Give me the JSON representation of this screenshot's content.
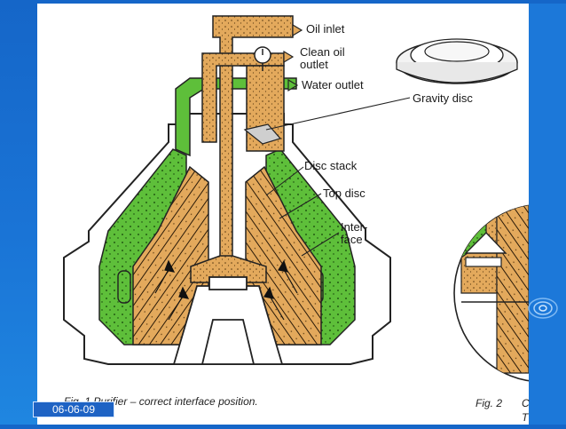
{
  "labels": {
    "oil_inlet": "Oil inlet",
    "clean_oil_outlet_line1": "Clean oil",
    "clean_oil_outlet_line2": "outlet",
    "water_outlet": "Water outlet",
    "gravity_disc": "Gravity disc",
    "disc_stack": "Disc stack",
    "top_disc": "Top disc",
    "interface_line1": "Inter-",
    "interface_line2": "face"
  },
  "captions": {
    "fig1": "Fig. 1  Purifier – correct interface position.",
    "fig2_prefix": "Fig. 2",
    "fig2_partial_a": "C",
    "fig2_partial_b": "T"
  },
  "footer": {
    "date": "06-06-09"
  },
  "colors": {
    "slide_bg": "#1a6fd2",
    "paper": "#ffffff",
    "oil": "#e3a95c",
    "water": "#5ebf3a",
    "metal_line": "#222222",
    "date_badge": "#1e63c4"
  },
  "icons": {
    "pressure_gauge": "gauge-icon",
    "nav_ripple": "ripple-icon",
    "arrow": "triangle-arrow-icon"
  }
}
